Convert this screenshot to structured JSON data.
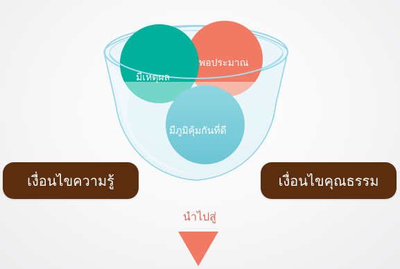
{
  "circles": {
    "reasonable": "มีเหตุผล",
    "moderation": "พอประมาณ",
    "immunity": "มีภูมิคุ้มกันที่ดี"
  },
  "conditions": {
    "knowledge": "เงื่อนไขความรู้",
    "morality": "เงื่อนไขคุณธรรม"
  },
  "leads_to": "นำไปสู่",
  "colors": {
    "green": "#00b09b",
    "red": "#f07a64",
    "blue": "#7fd0dc",
    "pill": "#5a2e0f",
    "arrow": "#f07a64"
  }
}
